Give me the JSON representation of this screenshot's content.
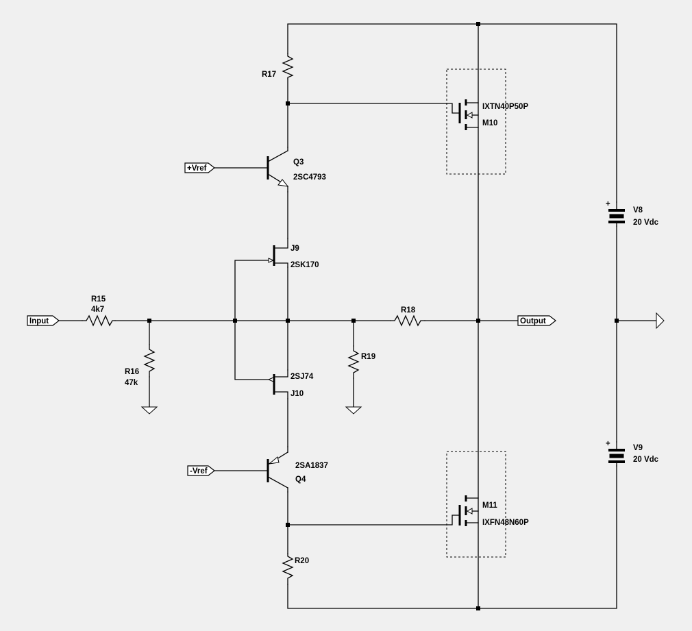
{
  "ports": {
    "input": "Input",
    "output": "Output",
    "vref_pos": "+Vref",
    "vref_neg": "-Vref"
  },
  "components": {
    "r15": {
      "ref": "R15",
      "value": "4k7"
    },
    "r16": {
      "ref": "R16",
      "value": "47k"
    },
    "r17": {
      "ref": "R17"
    },
    "r18": {
      "ref": "R18"
    },
    "r19": {
      "ref": "R19"
    },
    "r20": {
      "ref": "R20"
    },
    "q3": {
      "ref": "Q3",
      "part": "2SC4793"
    },
    "q4": {
      "ref": "Q4",
      "part": "2SA1837"
    },
    "j9": {
      "ref": "J9",
      "part": "2SK170"
    },
    "j10": {
      "ref": "J10",
      "part": "2SJ74"
    },
    "m10": {
      "ref": "M10",
      "part": "IXTN40P50P"
    },
    "m11": {
      "ref": "M11",
      "part": "IXFN48N60P"
    },
    "v8": {
      "ref": "V8",
      "value": "20 Vdc",
      "plus": "+"
    },
    "v9": {
      "ref": "V9",
      "value": "20 Vdc",
      "plus": "+"
    }
  }
}
